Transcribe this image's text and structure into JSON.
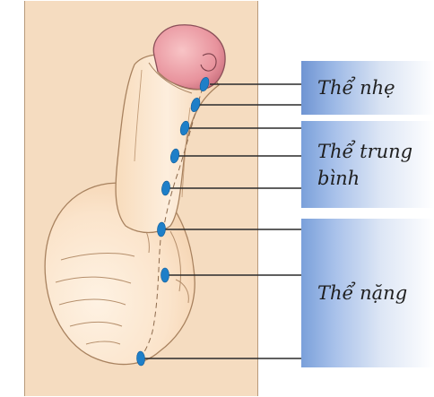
{
  "labels": {
    "mild": "Thể nhẹ",
    "moderate_line1": "Thể  trung",
    "moderate_line2": "bình",
    "severe": "Thể nặng"
  },
  "colors": {
    "panel_background": "#f5dcc0",
    "skin": "#fbe3c8",
    "skin_outline": "#a8825f",
    "glans": "#e9909c",
    "marker": "#1e7fc8",
    "leader_line": "#2a2a2a",
    "label_gradient_start": "#6f95d3"
  },
  "markers": {
    "count": 8,
    "shape": "blue oval"
  }
}
